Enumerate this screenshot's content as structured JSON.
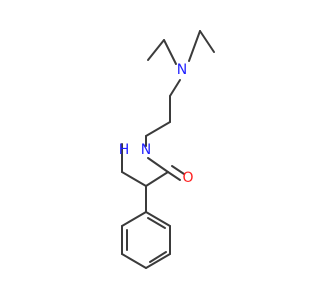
{
  "molecule": {
    "atoms": [
      {
        "id": "N_amine",
        "label": "N",
        "color": "#1f1fff"
      },
      {
        "id": "N_amide",
        "label": "N",
        "color": "#1f1fff"
      },
      {
        "id": "H_amide",
        "label": "H",
        "color": "#1f1fff"
      },
      {
        "id": "O",
        "label": "O",
        "color": "#ff1f1f"
      }
    ],
    "bond_color": "#3b3b3b"
  }
}
